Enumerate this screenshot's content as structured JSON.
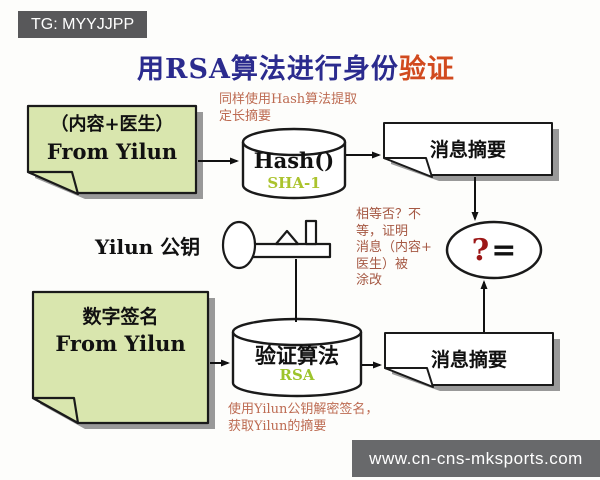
{
  "badge": {
    "text": "TG: MYYJJPP"
  },
  "title": {
    "main": "用RSA算法进行身份",
    "highlight": "验证"
  },
  "flow": {
    "source_note": {
      "line1": "（内容+医生）",
      "line2": "From Yilun"
    },
    "hash_cylinder": {
      "label": "Hash()",
      "sublabel": "SHA-1"
    },
    "digest_top": {
      "label": "消息摘要"
    },
    "signature_note": {
      "line1": "数字签名",
      "line2": "From Yilun"
    },
    "verify_cylinder": {
      "label": "验证算法",
      "sublabel": "RSA"
    },
    "digest_bottom": {
      "label": "消息摘要"
    },
    "key": {
      "label": "Yilun 公钥"
    },
    "compare": {
      "question": "?",
      "equals": "="
    }
  },
  "annotations": {
    "hash_note": {
      "lines": [
        "同样使用Hash算法提取",
        "定长摘要"
      ]
    },
    "compare_note": {
      "lines": [
        "相等否？不",
        "等，证明",
        "消息（内容+",
        "医生）被",
        "涂改"
      ]
    },
    "verify_note": {
      "lines": [
        "使用Yilun公钥解密签名，",
        "获取Yilun的摘要"
      ]
    }
  },
  "footer": {
    "url": "www.cn-cns-mksports.com"
  },
  "colors": {
    "title_navy": "#2B2B8E",
    "title_red": "#D14A1E",
    "note_green": "#D9E6AE",
    "annotation_orange": "#BD6B52",
    "compare_red": "#A55843",
    "question_red": "#9C1717",
    "algo_green": "#9DC42C",
    "sha_green": "#ABC32D",
    "badge_bg": "#58585A",
    "footer_bg": "#68696B",
    "shadow_gray": "#999999"
  }
}
